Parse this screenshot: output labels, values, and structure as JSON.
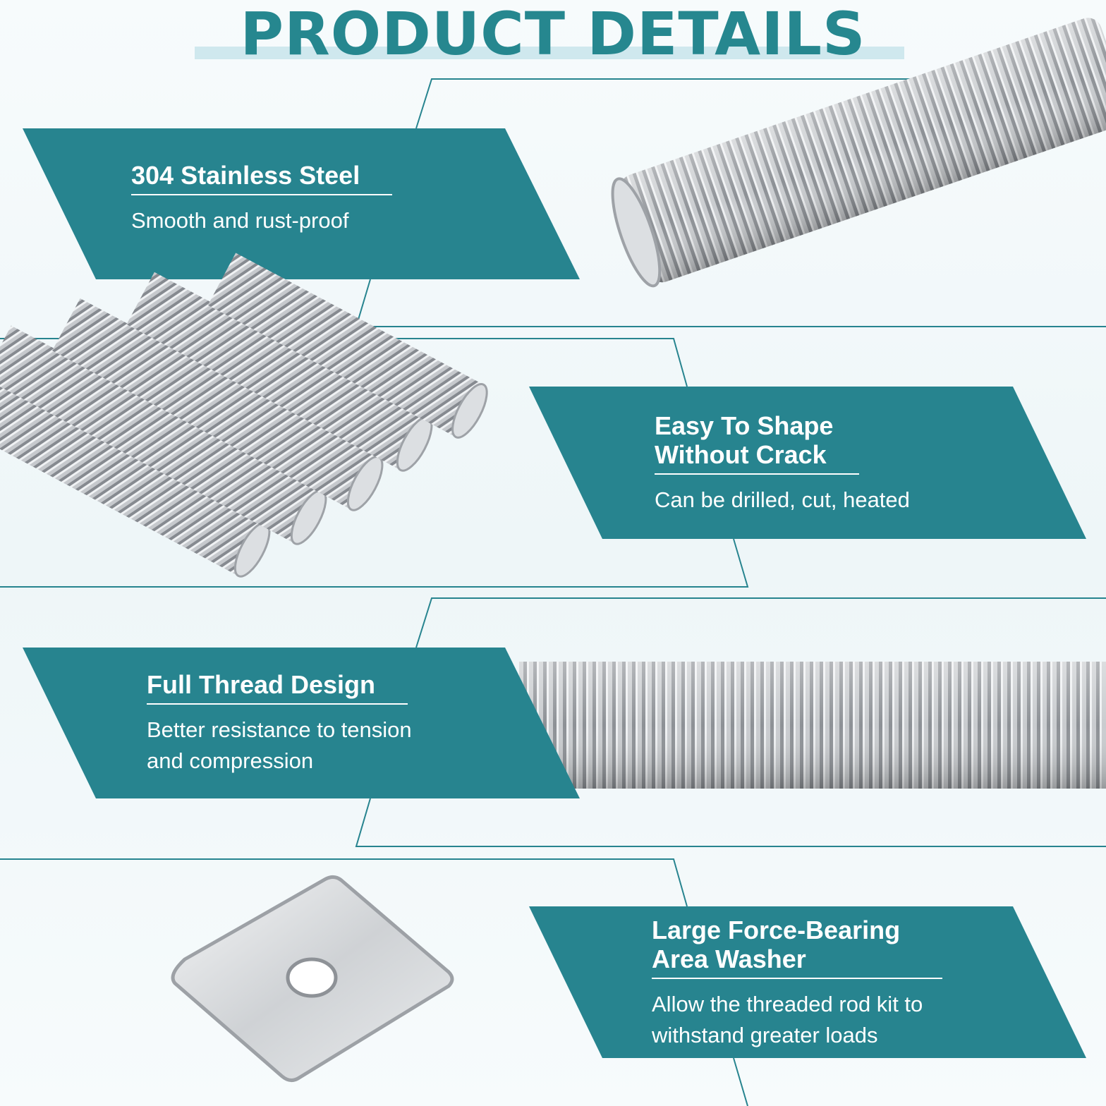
{
  "header": {
    "title": "PRODUCT DETAILS"
  },
  "colors": {
    "accent": "#27848f",
    "title": "#26878f",
    "outline": "#27848f",
    "steel": "#b9bcc0"
  },
  "features": [
    {
      "title": "304 Stainless Steel",
      "description": "Smooth and rust-proof",
      "image": "threaded-rod-end-closeup"
    },
    {
      "title": "Easy To Shape\nWithout Crack",
      "description": "Can be drilled, cut, heated",
      "image": "threaded-rod-bundle"
    },
    {
      "title": "Full Thread Design",
      "description": "Better resistance to tension\nand compression",
      "image": "threaded-rod-side"
    },
    {
      "title": "Large Force-Bearing\nArea Washer",
      "description": "Allow the threaded rod kit to\nwithstand greater loads",
      "image": "square-washer"
    }
  ]
}
